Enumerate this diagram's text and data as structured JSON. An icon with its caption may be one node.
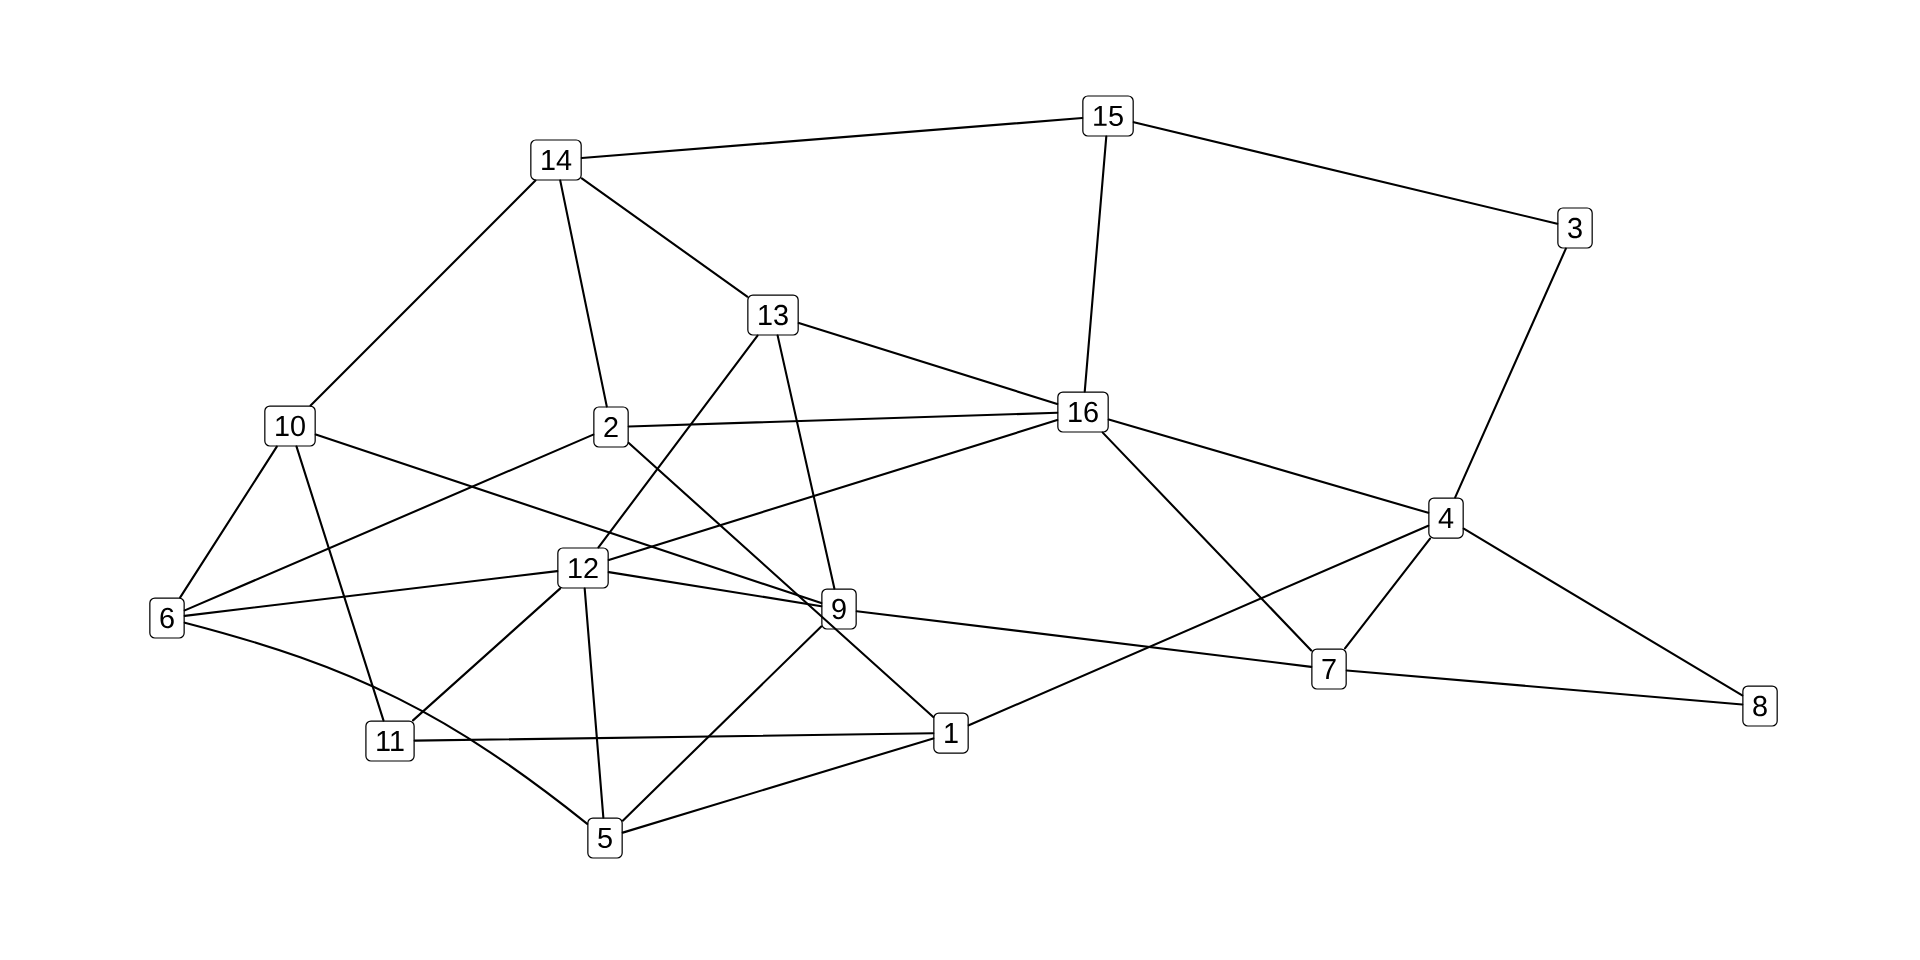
{
  "diagram": {
    "nodes": [
      {
        "text": [
          "15"
        ]
      },
      {
        "text": [
          "14"
        ]
      },
      {
        "text": [
          "3"
        ]
      },
      {
        "text": [
          "13"
        ]
      },
      {
        "text": [
          "10"
        ]
      },
      {
        "text": [
          "2"
        ]
      },
      {
        "text": [
          "16"
        ]
      },
      {
        "text": [
          "4"
        ]
      },
      {
        "text": [
          "12"
        ]
      },
      {
        "text": [
          "9"
        ]
      },
      {
        "text": [
          "6"
        ]
      },
      {
        "text": [
          "7"
        ]
      },
      {
        "text": [
          "8"
        ]
      },
      {
        "text": [
          "1"
        ]
      },
      {
        "text": [
          "11"
        ]
      },
      {
        "text": [
          "5"
        ]
      }
    ],
    "edges": [
      {
        "from": 1,
        "to": 0,
        "arrow": "none"
      },
      {
        "from": 0,
        "to": 2,
        "arrow": "none"
      },
      {
        "from": 0,
        "to": 6,
        "arrow": "none"
      },
      {
        "from": 1,
        "to": 4,
        "arrow": "none"
      },
      {
        "from": 1,
        "to": 5,
        "arrow": "none"
      },
      {
        "from": 1,
        "to": 3,
        "arrow": "none"
      },
      {
        "from": 3,
        "to": 6,
        "arrow": "none"
      },
      {
        "from": 3,
        "to": 8,
        "arrow": "none"
      },
      {
        "from": 3,
        "to": 9,
        "arrow": "none"
      },
      {
        "from": 4,
        "to": 10,
        "arrow": "none"
      },
      {
        "from": 4,
        "to": 14,
        "arrow": "none"
      },
      {
        "from": 4,
        "to": 9,
        "arrow": "none"
      },
      {
        "from": 5,
        "to": 6,
        "arrow": "none"
      },
      {
        "from": 5,
        "to": 10,
        "arrow": "none"
      },
      {
        "from": 5,
        "to": 13,
        "arrow": "none"
      },
      {
        "from": 6,
        "to": 8,
        "arrow": "none"
      },
      {
        "from": 6,
        "to": 7,
        "arrow": "none"
      },
      {
        "from": 6,
        "to": 11,
        "arrow": "none"
      },
      {
        "from": 2,
        "to": 7,
        "arrow": "none"
      },
      {
        "from": 7,
        "to": 13,
        "arrow": "none"
      },
      {
        "from": 7,
        "to": 11,
        "arrow": "none"
      },
      {
        "from": 7,
        "to": 12,
        "arrow": "none"
      },
      {
        "from": 8,
        "to": 10,
        "arrow": "none"
      },
      {
        "from": 8,
        "to": 9,
        "arrow": "none"
      },
      {
        "from": 8,
        "to": 14,
        "arrow": "none"
      },
      {
        "from": 8,
        "to": 15,
        "arrow": "none"
      },
      {
        "from": 9,
        "to": 11,
        "arrow": "none"
      },
      {
        "from": 9,
        "to": 15,
        "arrow": "none"
      },
      {
        "from": 11,
        "to": 12,
        "arrow": "none"
      },
      {
        "from": 10,
        "to": 15,
        "arrow": "none"
      },
      {
        "from": 14,
        "to": 13,
        "arrow": "none"
      },
      {
        "from": 15,
        "to": 13,
        "arrow": "none"
      }
    ]
  }
}
